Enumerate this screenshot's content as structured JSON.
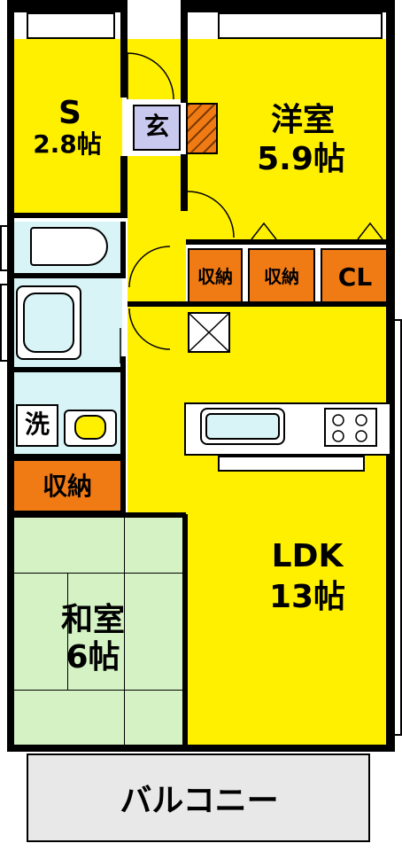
{
  "rooms": {
    "service_room": {
      "name": "S",
      "size": "2.8帖"
    },
    "western_room": {
      "name": "洋室",
      "size": "5.9帖"
    },
    "entrance": {
      "name": "玄"
    },
    "storage_1": {
      "name": "収納"
    },
    "storage_2": {
      "name": "収納"
    },
    "closet": {
      "name": "CL"
    },
    "washroom": {
      "name": "洗"
    },
    "storage_3": {
      "name": "収納"
    },
    "ldk": {
      "name": "LDK",
      "size": "13帖"
    },
    "japanese_room": {
      "name": "和室",
      "size": "6帖"
    },
    "balcony": {
      "name": "バルコニー"
    }
  },
  "colors": {
    "room_yellow": "#FFF000",
    "wet_area_blue": "#D8F4F7",
    "storage_orange": "#F07A14",
    "tatami_green": "#D4F2C4",
    "entrance_lavender": "#C9C9F0",
    "balcony_gray": "#E8E8E8",
    "wall": "#000000"
  }
}
